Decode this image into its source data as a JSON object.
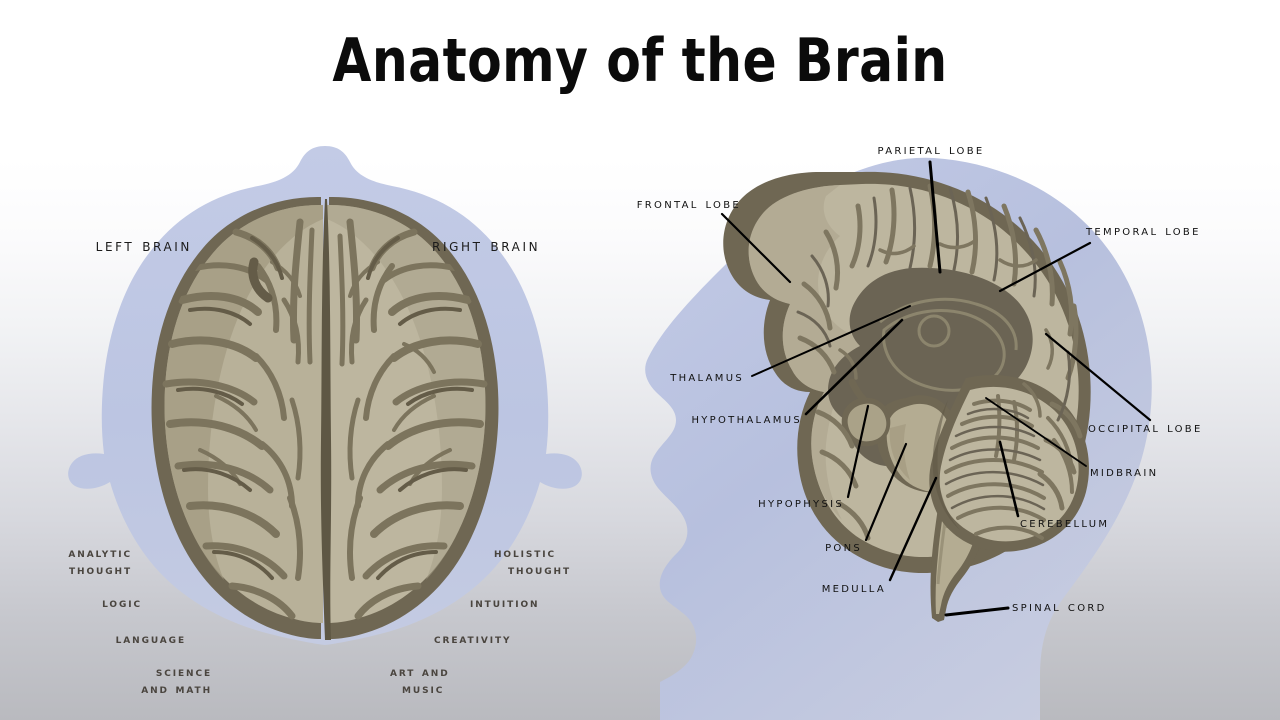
{
  "page": {
    "title": "Anatomy of the Brain",
    "background_top": "#ffffff",
    "background_bottom": "#b9babf"
  },
  "palette": {
    "head_silhouette": "#b9c2e0",
    "brain_light": "#c3bda6",
    "brain_mid": "#b3ab90",
    "brain_shadow": "#8d8straight",
    "brain_outline": "#6f6753",
    "brain_deep": "#6e6755",
    "label_dark": "#4a453f",
    "label_black": "#111111"
  },
  "left_diagram": {
    "name": "top-view-brain",
    "hemisphere_labels": [
      {
        "id": "left-brain",
        "text": "Left Brain"
      },
      {
        "id": "right-brain",
        "text": "Right Brain"
      }
    ],
    "left_functions": [
      {
        "id": "analytic-thought",
        "line1": "Analytic",
        "line2": "Thought"
      },
      {
        "id": "logic",
        "line1": "Logic",
        "line2": ""
      },
      {
        "id": "language",
        "line1": "Language",
        "line2": ""
      },
      {
        "id": "science-and-math",
        "line1": "Science",
        "line2": "and Math"
      }
    ],
    "right_functions": [
      {
        "id": "holistic-thought",
        "line1": "Holistic",
        "line2": "Thought"
      },
      {
        "id": "intuition",
        "line1": "Intuition",
        "line2": ""
      },
      {
        "id": "creativity",
        "line1": "Creativity",
        "line2": ""
      },
      {
        "id": "art-and-music",
        "line1": "Art and",
        "line2": "Music"
      }
    ]
  },
  "right_diagram": {
    "name": "sagittal-brain",
    "callouts": [
      {
        "id": "parietal-lobe",
        "text": "Parietal Lobe"
      },
      {
        "id": "frontal-lobe",
        "text": "Frontal Lobe"
      },
      {
        "id": "temporal-lobe",
        "text": "Temporal Lobe"
      },
      {
        "id": "occipital-lobe",
        "text": "Occipital Lobe"
      },
      {
        "id": "thalamus",
        "text": "Thalamus"
      },
      {
        "id": "hypothalamus",
        "text": "Hypothalamus"
      },
      {
        "id": "hypophysis",
        "text": "Hypophysis"
      },
      {
        "id": "pons",
        "text": "Pons"
      },
      {
        "id": "medulla",
        "text": "Medulla"
      },
      {
        "id": "midbrain",
        "text": "Midbrain"
      },
      {
        "id": "cerebellum",
        "text": "Cerebellum"
      },
      {
        "id": "spinal-cord",
        "text": "Spinal Cord"
      }
    ]
  }
}
